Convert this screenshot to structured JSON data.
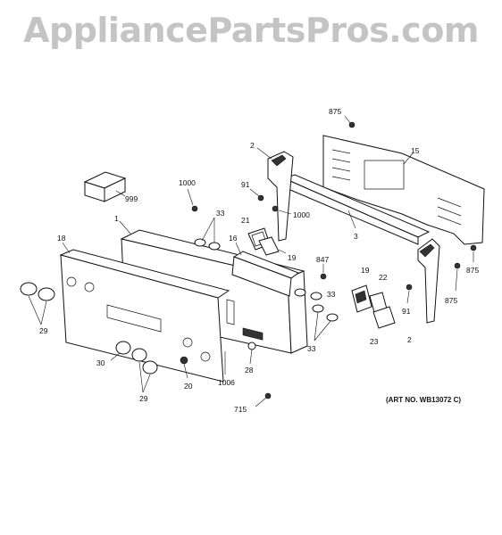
{
  "watermark": "AppliancePartsPros.com",
  "art_number": "(ART NO. WB13072 C)",
  "callouts": [
    {
      "id": "c875a",
      "text": "875"
    },
    {
      "id": "c2a",
      "text": "2"
    },
    {
      "id": "c15",
      "text": "15"
    },
    {
      "id": "c999",
      "text": "999"
    },
    {
      "id": "c1000a",
      "text": "1000"
    },
    {
      "id": "c91a",
      "text": "91"
    },
    {
      "id": "c1000b",
      "text": "1000"
    },
    {
      "id": "c1",
      "text": "1"
    },
    {
      "id": "c33a",
      "text": "33"
    },
    {
      "id": "c21",
      "text": "21"
    },
    {
      "id": "c16",
      "text": "16"
    },
    {
      "id": "c19a",
      "text": "19"
    },
    {
      "id": "c3",
      "text": "3"
    },
    {
      "id": "c875b",
      "text": "875"
    },
    {
      "id": "c18",
      "text": "18"
    },
    {
      "id": "c847",
      "text": "847"
    },
    {
      "id": "c19b",
      "text": "19"
    },
    {
      "id": "c22",
      "text": "22"
    },
    {
      "id": "c875c",
      "text": "875"
    },
    {
      "id": "c33b",
      "text": "33"
    },
    {
      "id": "c91b",
      "text": "91"
    },
    {
      "id": "c29a",
      "text": "29"
    },
    {
      "id": "c33c",
      "text": "33"
    },
    {
      "id": "c23",
      "text": "23"
    },
    {
      "id": "c2b",
      "text": "2"
    },
    {
      "id": "c30",
      "text": "30"
    },
    {
      "id": "c28",
      "text": "28"
    },
    {
      "id": "c1006",
      "text": "1006"
    },
    {
      "id": "c20",
      "text": "20"
    },
    {
      "id": "c29b",
      "text": "29"
    },
    {
      "id": "c715",
      "text": "715"
    }
  ]
}
